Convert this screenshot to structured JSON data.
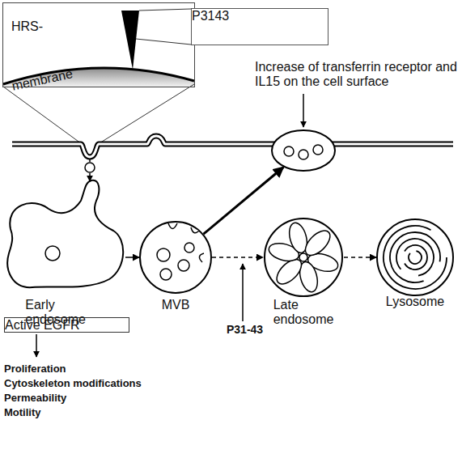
{
  "diagram": {
    "nodes": [
      {
        "text": [
          "HRS-",
          "membrane"
        ]
      },
      {
        "text": [
          "P3143"
        ]
      },
      {
        "text": [
          "Increase of transferrin receptor and IL15 on the cell surface"
        ]
      },
      {
        "text": [
          "Early endosome"
        ]
      },
      {
        "text": [
          "MVB"
        ]
      },
      {
        "text": [
          "Late endosome"
        ]
      },
      {
        "text": [
          "Lysosome"
        ]
      },
      {
        "text": [
          "Active EGFR"
        ]
      }
    ],
    "edges": [
      {
        "from": 3,
        "to": 4,
        "arrow": "to"
      },
      {
        "from": 4,
        "to": 5,
        "arrow": "to"
      },
      {
        "from": 5,
        "to": 6,
        "arrow": "to"
      },
      {
        "from": 4,
        "to": 2,
        "arrow": "to"
      }
    ],
    "labels": [
      "P31-43",
      "Proliferation",
      "Cytoskeleton modifications",
      "Permeability",
      "Motility"
    ]
  }
}
